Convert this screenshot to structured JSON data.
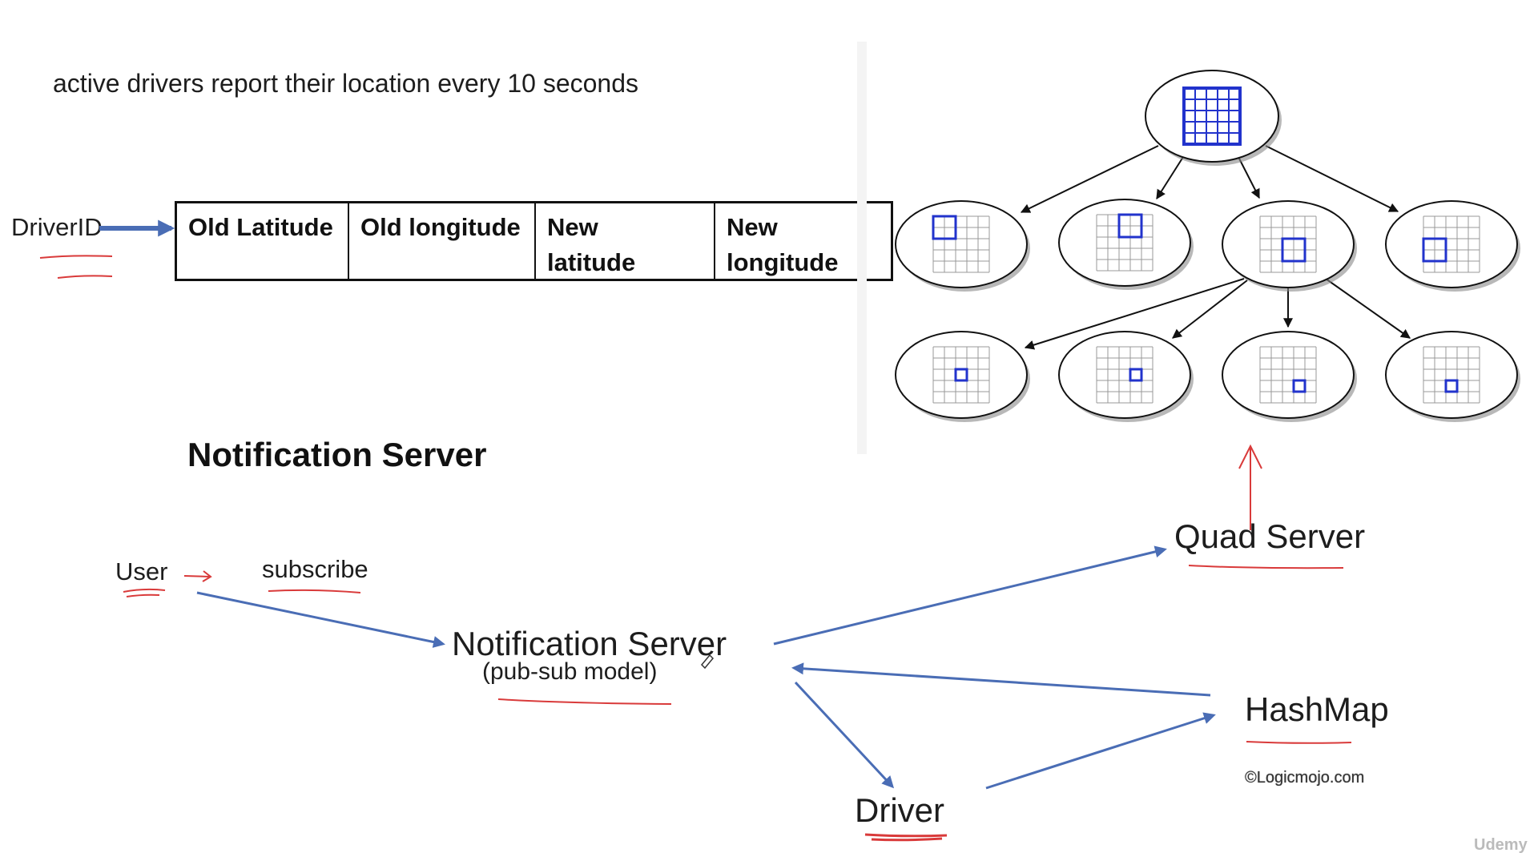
{
  "header_text": "active drivers report their location every 10 seconds",
  "driver_id_label": "DriverID",
  "table": {
    "columns": [
      "Old Latitude",
      "Old longitude",
      "New latitude",
      "New longitude"
    ]
  },
  "section_title": "Notification Server",
  "flow": {
    "user": "User",
    "subscribe": "subscribe",
    "notification_server": "Notification Server",
    "pub_sub": "(pub-sub model)",
    "quad_server": "Quad Server",
    "hashmap": "HashMap",
    "driver": "Driver"
  },
  "watermark": "©Logicmojo.com",
  "brand": "Udemy",
  "colors": {
    "arrow_blue": "#4a6db5",
    "grid_blue": "#2233cc",
    "annotation_red": "#d93a3a"
  }
}
